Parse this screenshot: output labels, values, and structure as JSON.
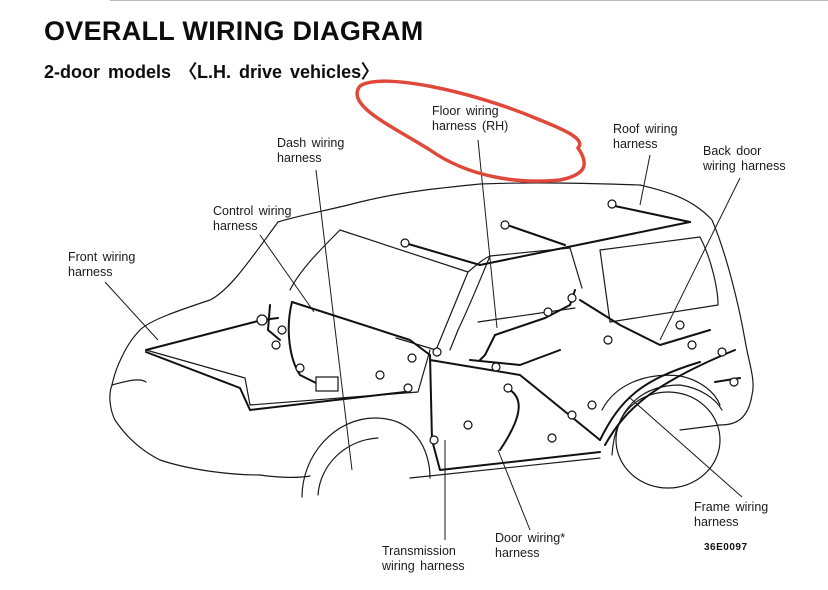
{
  "header": {
    "title": "OVERALL WIRING DIAGRAM",
    "subtitle": "2-door models 〈L.H. drive vehicles〉"
  },
  "labels": {
    "floor_rh": [
      "Floor wiring",
      "harness (RH)"
    ],
    "roof": [
      "Roof wiring",
      "harness"
    ],
    "back_door": [
      "Back door",
      "wiring harness"
    ],
    "dash": [
      "Dash wiring",
      "harness"
    ],
    "control": [
      "Control wiring",
      "harness"
    ],
    "front": [
      "Front wiring",
      "harness"
    ],
    "frame": [
      "Frame wiring",
      "harness"
    ],
    "door": [
      "Door wiring*",
      "harness"
    ],
    "transmission": [
      "Transmission",
      "wiring harness"
    ]
  },
  "figure_code": "36E0097",
  "annotation": {
    "color": "#e0483a",
    "shape": "hand-drawn ellipse around Floor wiring harness (RH) label"
  },
  "colors": {
    "ink": "#1a1a1a",
    "paper": "#ffffff"
  }
}
